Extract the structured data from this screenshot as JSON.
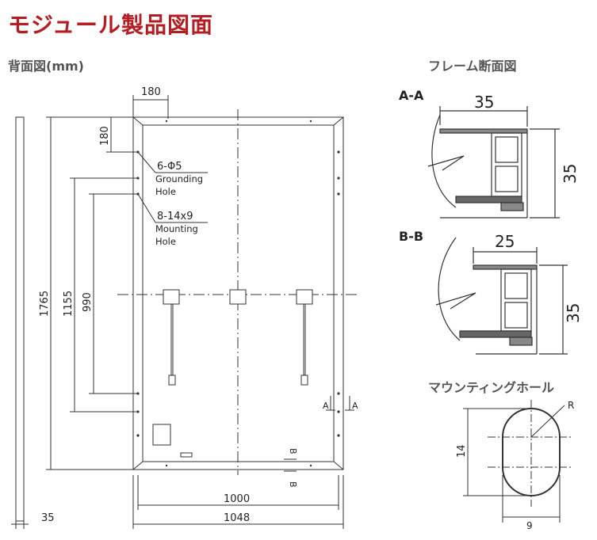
{
  "page_title": "モジュール製品図面",
  "back_view": {
    "heading": "背面図(mm)",
    "dims": {
      "top_width": "180",
      "top_height": "180",
      "height_total": "1765",
      "mount_outer": "1155",
      "mount_inner": "990",
      "width_inner": "1000",
      "width_total": "1048",
      "thickness": "35"
    },
    "grounding": {
      "spec": "6-Φ5",
      "line1": "Grounding",
      "line2": "Hole"
    },
    "mounting": {
      "spec": "8-14x9",
      "line1": "Mounting",
      "line2": "Hole"
    },
    "section_a": "A",
    "section_b": "B"
  },
  "frame_section": {
    "heading": "フレーム断面図",
    "aa": {
      "label": "A-A",
      "width": "35",
      "height": "35"
    },
    "bb": {
      "label": "B-B",
      "width": "25",
      "height": "35"
    }
  },
  "mounting_hole": {
    "heading": "マウンティングホール",
    "height": "14",
    "width": "9",
    "radius": "R"
  }
}
